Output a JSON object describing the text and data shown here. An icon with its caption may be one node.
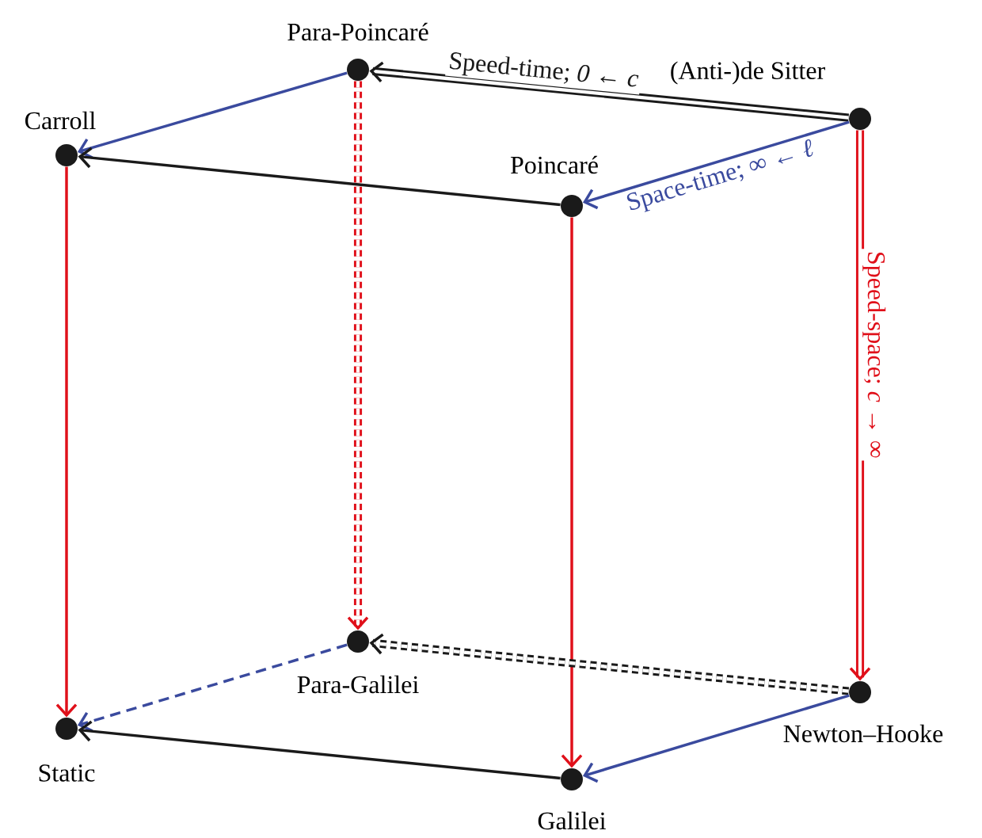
{
  "diagram": {
    "nodes": [
      {
        "text": [
          "Para-Poincaré"
        ]
      },
      {
        "text": [
          "(Anti-)de Sitter"
        ]
      },
      {
        "text": [
          "Carroll"
        ]
      },
      {
        "text": [
          "Poincaré"
        ]
      },
      {
        "text": [
          "Para-Galilei"
        ]
      },
      {
        "text": [
          "Newton–Hooke"
        ]
      },
      {
        "text": [
          "Static"
        ]
      },
      {
        "text": [
          "Galilei"
        ]
      }
    ],
    "edges": [
      {
        "from": 1,
        "to": 0,
        "arrow": "to",
        "label": "Speed-time; *0* ← *c*",
        "style": "thick",
        "color": "#1a1a1a"
      },
      {
        "from": 1,
        "to": 3,
        "arrow": "to",
        "label": "Space-time; ∞ ← *ℓ*",
        "color": "#3a4a9e"
      },
      {
        "from": 1,
        "to": 5,
        "arrow": "to",
        "label": "Speed-space; *c* → ∞",
        "style": "thick",
        "color": "#e0101a"
      },
      {
        "from": 0,
        "to": 2,
        "arrow": "to",
        "color": "#3a4a9e"
      },
      {
        "from": 3,
        "to": 2,
        "arrow": "to",
        "color": "#1a1a1a"
      },
      {
        "from": 0,
        "to": 4,
        "arrow": "to",
        "style": "dashed",
        "color": "#e0101a"
      },
      {
        "from": 3,
        "to": 7,
        "arrow": "to",
        "color": "#e0101a"
      },
      {
        "from": 2,
        "to": 6,
        "arrow": "to",
        "color": "#e0101a"
      },
      {
        "from": 5,
        "to": 4,
        "arrow": "to",
        "style": "dashed",
        "color": "#1a1a1a"
      },
      {
        "from": 5,
        "to": 7,
        "arrow": "to",
        "color": "#3a4a9e"
      },
      {
        "from": 4,
        "to": 6,
        "arrow": "to",
        "style": "dashed",
        "color": "#3a4a9e"
      },
      {
        "from": 7,
        "to": 6,
        "arrow": "to",
        "color": "#1a1a1a"
      }
    ]
  }
}
